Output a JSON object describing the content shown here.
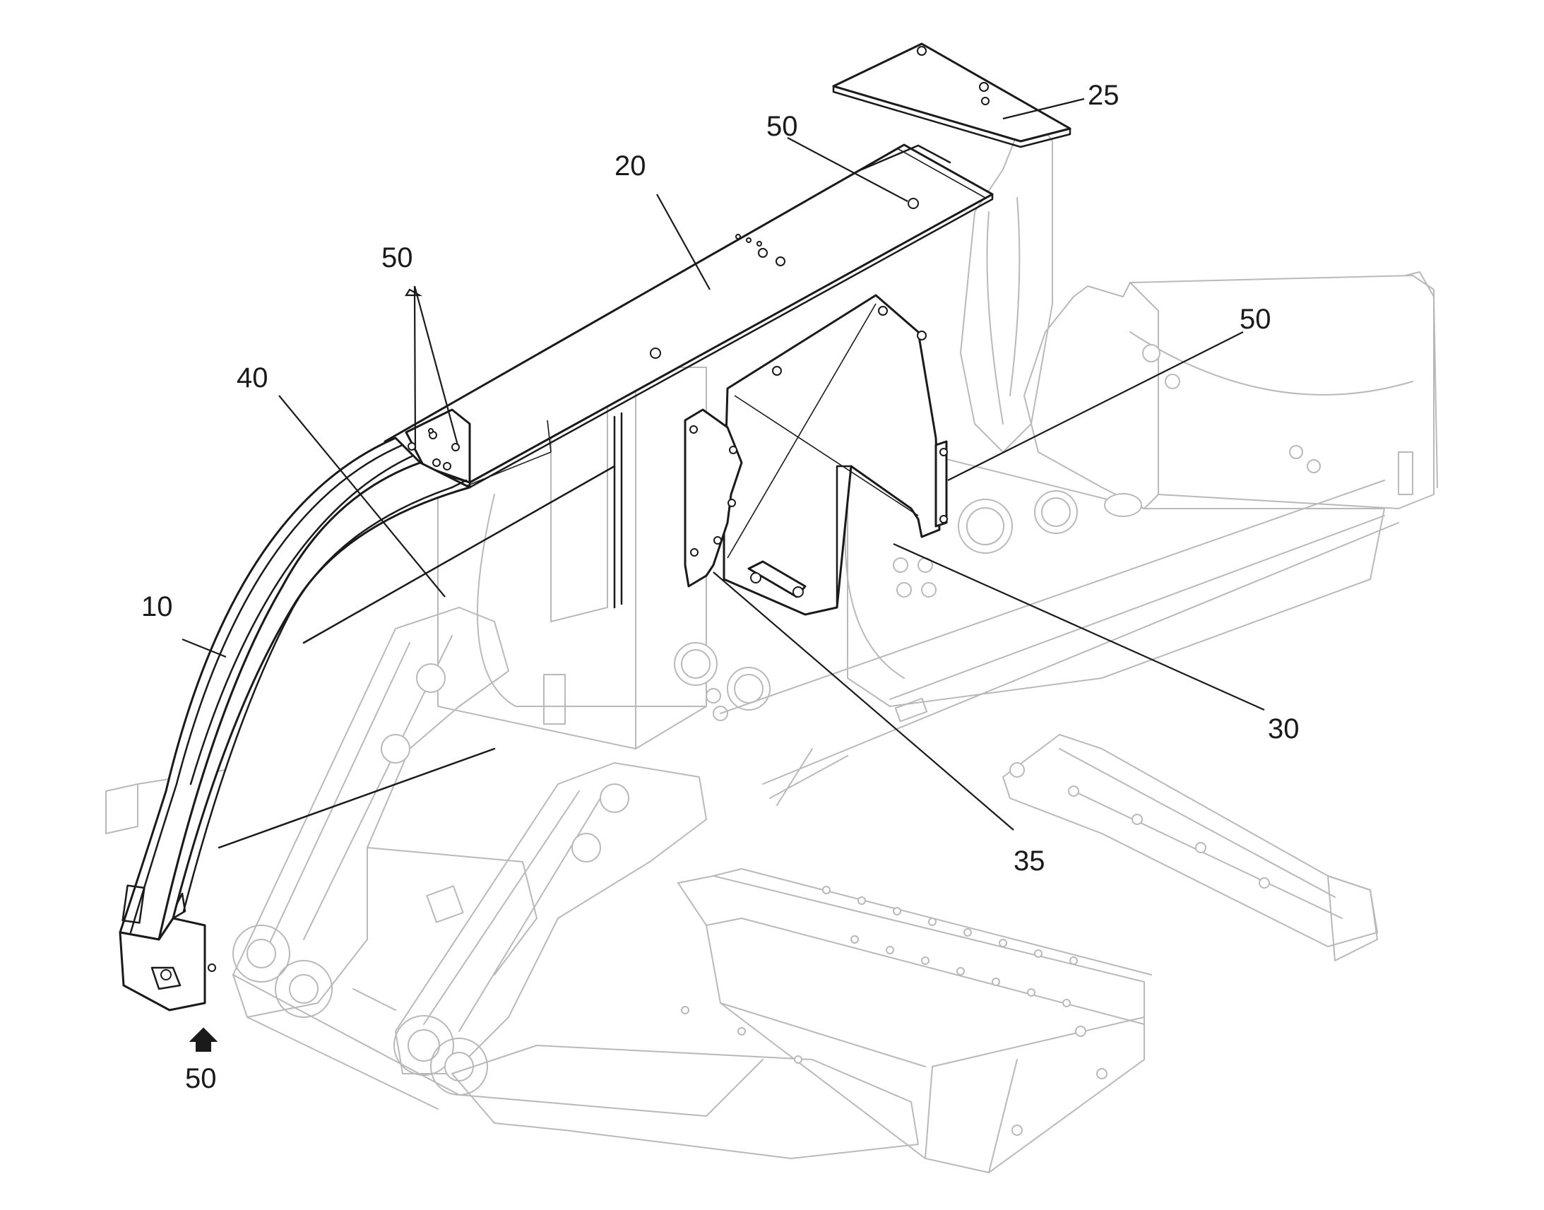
{
  "callouts": {
    "c10": "10",
    "c20": "20",
    "c25": "25",
    "c30": "30",
    "c35": "35",
    "c40": "40",
    "c50_top": "50",
    "c50_left": "50",
    "c50_right": "50",
    "c50_bottom": "50"
  },
  "colors": {
    "ink": "#1a1a1a",
    "ghost": "#b9b9b9",
    "background": "#ffffff"
  },
  "icons": {
    "arrow": "up-arrow-icon"
  }
}
